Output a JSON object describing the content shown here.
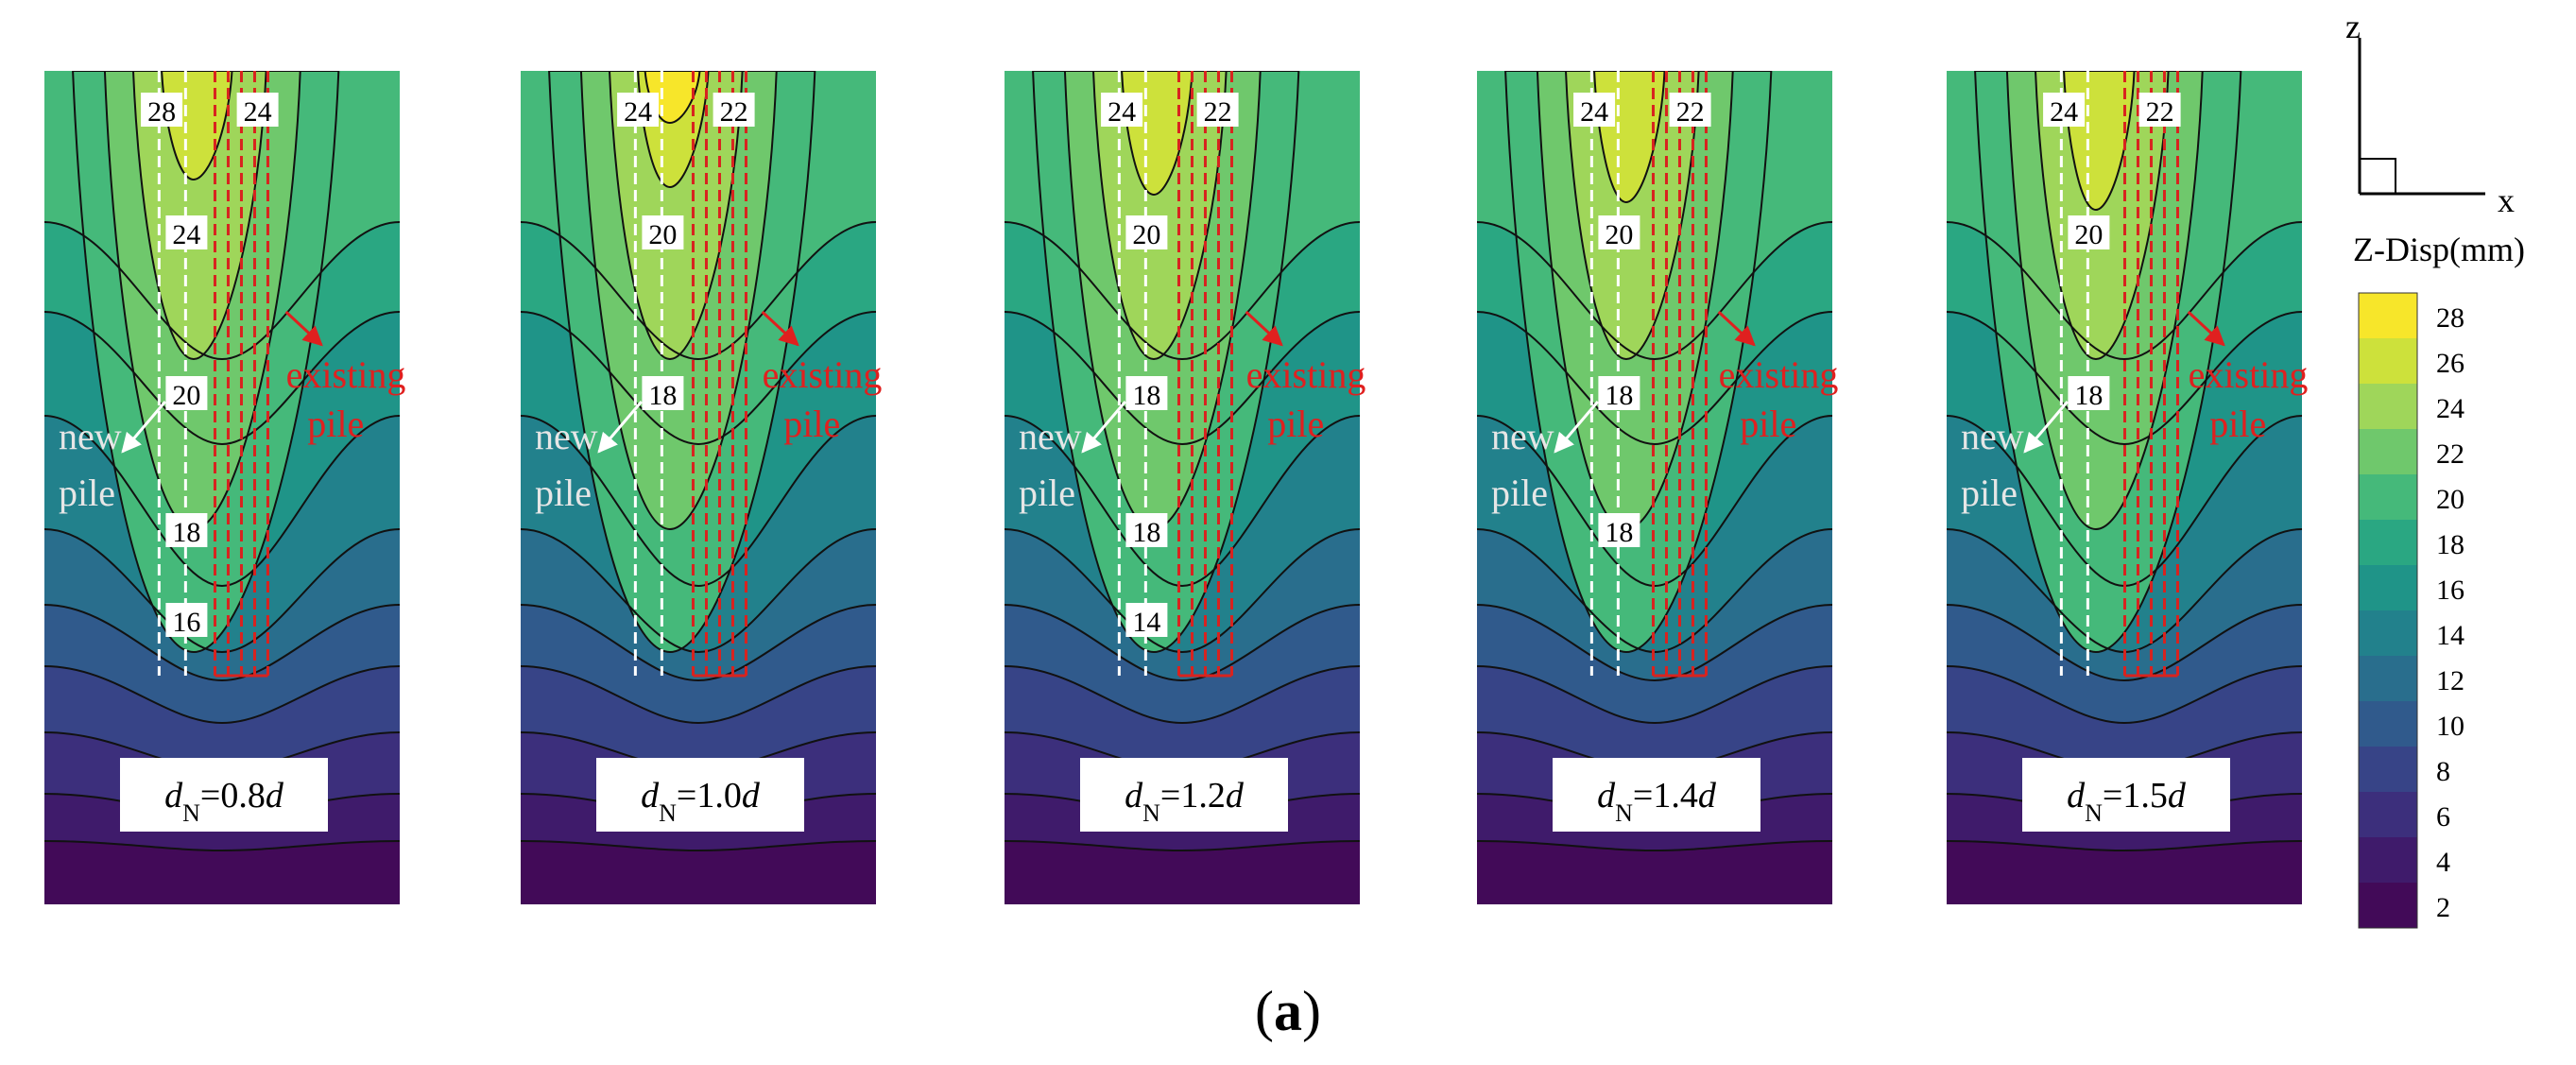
{
  "figure": {
    "caption_label": "a"
  },
  "legend": {
    "title": "Z-Disp(mm)",
    "ticks": [
      "28",
      "26",
      "24",
      "22",
      "20",
      "18",
      "16",
      "14",
      "12",
      "10",
      "8",
      "6",
      "4",
      "2"
    ],
    "colors": [
      "#F7E62A",
      "#CDE13B",
      "#9FD65A",
      "#6FC86C",
      "#45B97A",
      "#2AA782",
      "#1F9488",
      "#22818C",
      "#296E8D",
      "#305A8C",
      "#374487",
      "#3C2F7C",
      "#3F1B6B",
      "#420A58"
    ],
    "axis_z": "z",
    "axis_x": "x"
  },
  "panels": [
    {
      "param_var": "d",
      "param_sub": "N",
      "param_eq": "=0.8",
      "param_var2": "d",
      "contour_labels": [
        "28",
        "24",
        "24",
        "20",
        "18",
        "16"
      ],
      "annotation_existing_1": "existing",
      "annotation_existing_2": "pile",
      "annotation_new_1": "new",
      "annotation_new_2": "pile"
    },
    {
      "param_var": "d",
      "param_sub": "N",
      "param_eq": "=1.0",
      "param_var2": "d",
      "contour_labels": [
        "24",
        "22",
        "20",
        "18"
      ],
      "annotation_existing_1": "existing",
      "annotation_existing_2": "pile",
      "annotation_new_1": "new",
      "annotation_new_2": "pile"
    },
    {
      "param_var": "d",
      "param_sub": "N",
      "param_eq": "=1.2",
      "param_var2": "d",
      "contour_labels": [
        "24",
        "22",
        "20",
        "18",
        "18",
        "14"
      ],
      "annotation_existing_1": "existing",
      "annotation_existing_2": "pile",
      "annotation_new_1": "new",
      "annotation_new_2": "pile"
    },
    {
      "param_var": "d",
      "param_sub": "N",
      "param_eq": "=1.4",
      "param_var2": "d",
      "contour_labels": [
        "24",
        "22",
        "20",
        "18",
        "18"
      ],
      "annotation_existing_1": "existing",
      "annotation_existing_2": "pile",
      "annotation_new_1": "new",
      "annotation_new_2": "pile"
    },
    {
      "param_var": "d",
      "param_sub": "N",
      "param_eq": "=1.5",
      "param_var2": "d",
      "contour_labels": [
        "24",
        "22",
        "20",
        "18"
      ],
      "annotation_existing_1": "existing",
      "annotation_existing_2": "pile",
      "annotation_new_1": "new",
      "annotation_new_2": "pile"
    }
  ]
}
